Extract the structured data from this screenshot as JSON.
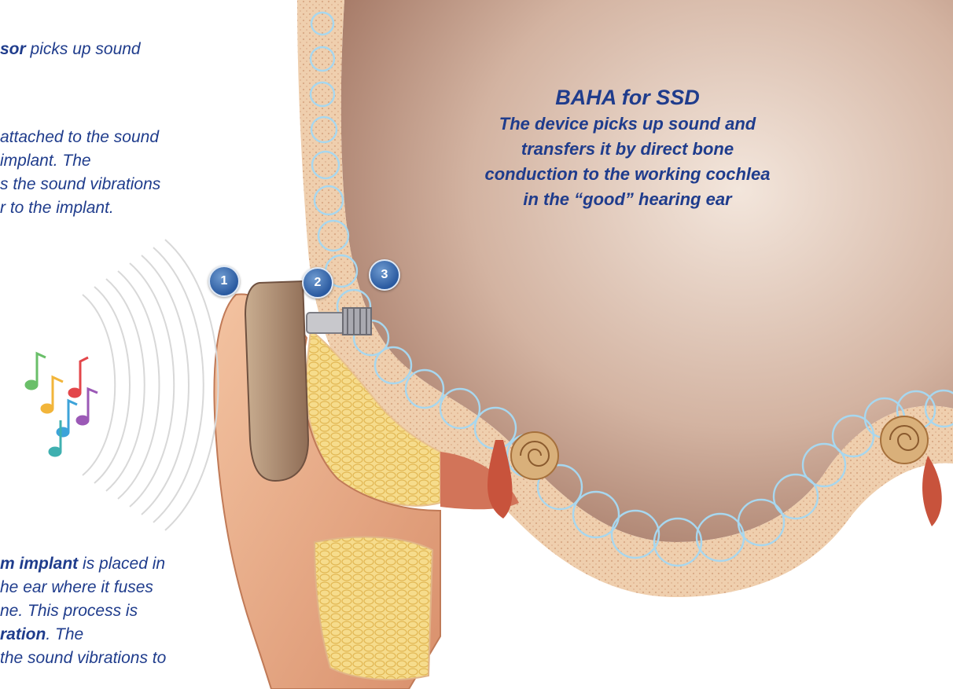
{
  "headline": {
    "title": "BAHA for SSD",
    "lines": [
      "The device picks up sound and",
      "transfers it by direct bone",
      "conduction to the working cochlea",
      "in the “good” hearing ear"
    ]
  },
  "annotations": {
    "processor": {
      "bold": "sor",
      "rest": " picks up sound"
    },
    "abutment": {
      "lines": [
        " attached to the sound",
        " implant. The",
        "s the sound vibrations",
        "r to the implant."
      ]
    },
    "implant": {
      "l1_bold": "m implant",
      "l1_rest": " is placed in",
      "l2": "he ear where it fuses",
      "l3": "ne. This process is",
      "l4_bold": "ration",
      "l4_rest": ". The",
      "l5": "the sound vibrations to"
    }
  },
  "markers": [
    "1",
    "2",
    "3"
  ],
  "colors": {
    "text": "#1f3c8c",
    "marker": "#2f5fa6",
    "skin": "#e7ae8a",
    "bone": "#efcfae",
    "cavity": "#c29a84",
    "fat": "#f0d27a",
    "wave_ring": "#9fd0ea"
  },
  "icons": [
    "music-notes-icon",
    "sound-wave-icon"
  ]
}
